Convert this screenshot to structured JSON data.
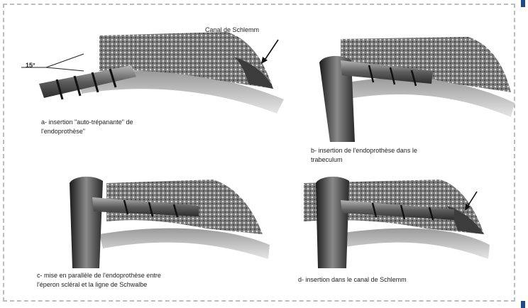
{
  "figure": {
    "top_label": "Canal de Schlemm",
    "angle_label": "15°",
    "captions": {
      "a": "a- insertion \"auto-trépanante\" de\nl'endoprothèse\"",
      "b": "b- insertion de l'endoprothèse dans le\ntrabeculum",
      "c": "c- mise en parallèle de l'endoprothèse entre\nl'éperon scléral et la ligne de Schwalbe",
      "d": "d- insertion dans le canal de Schlemm"
    }
  },
  "colors": {
    "frame_border": "#bdbdbd",
    "edge_accent": "#1e4c8a"
  }
}
